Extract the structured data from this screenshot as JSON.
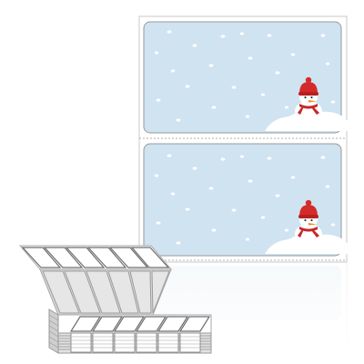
{
  "product": {
    "labels_per_sheet": 2,
    "label_design": "snowman-winter-scene",
    "stack_visible_labels_per_row": 6
  },
  "colors": {
    "sky": "#cfe3f1",
    "snowflake": "#ffffff",
    "hat": "#d42a2a",
    "scarf": "#c62828",
    "carrot": "#f08a1c",
    "outline": "#b8b8b8",
    "stack_side": "#d9d9d9"
  }
}
